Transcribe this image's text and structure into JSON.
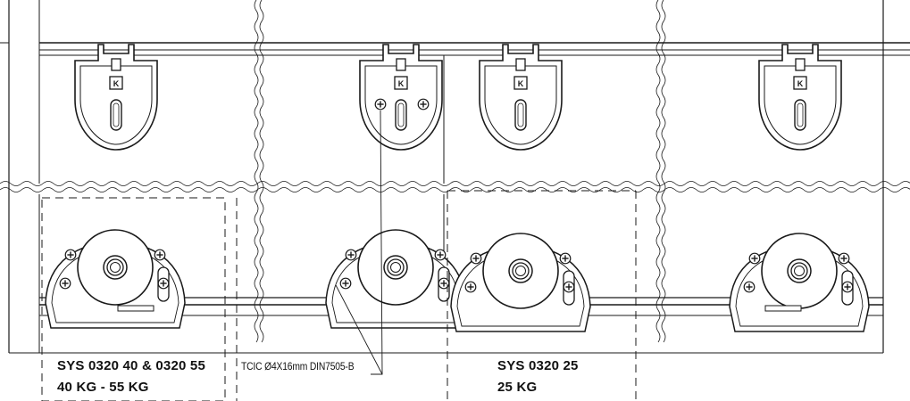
{
  "labels": {
    "left_title": "SYS 0320 40 & 0320 55",
    "left_weight": "40 KG - 55 KG",
    "screw_callout": "TCIC Ø4X16mm DIN7505-B",
    "right_title": "SYS 0320 25",
    "right_weight": "25 KG"
  },
  "colors": {
    "line": "#1a1a1a",
    "background": "#ffffff"
  },
  "icons": {
    "bracket_logo": "k-logo-icon",
    "screw": "phillips-screw-icon"
  }
}
